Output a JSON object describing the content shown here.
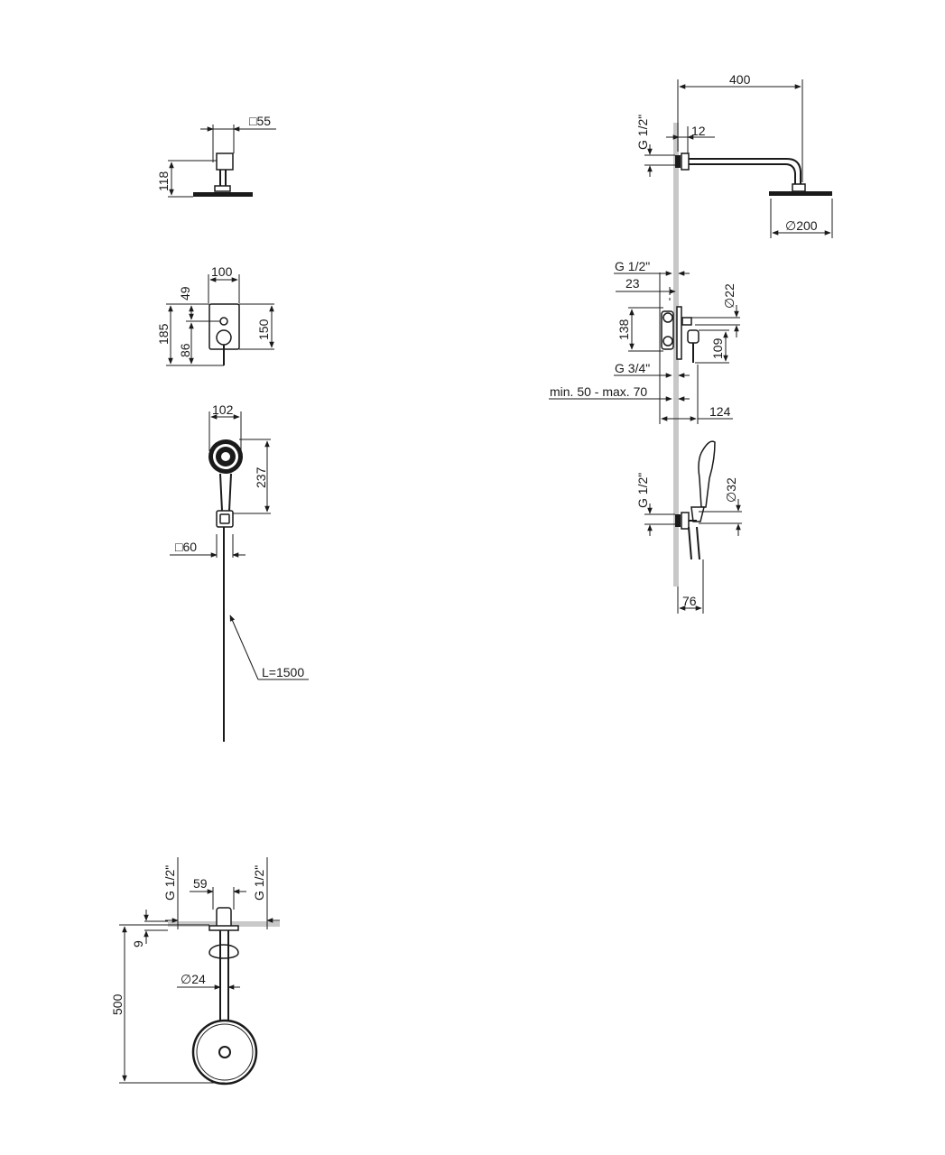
{
  "overhead_shower": {
    "flange_size": "□55",
    "arm_height": "118",
    "arm_projection": "400",
    "inlet_thread": "G 1/2\"",
    "wall_gap": "12",
    "head_diameter": "∅200"
  },
  "mixer": {
    "plate_width": "100",
    "upper_offset": "49",
    "total_height": "185",
    "lower_offset": "86",
    "plate_height": "150",
    "outlet_thread": "G 1/2\"",
    "outlet_offset": "23",
    "body_height": "138",
    "handle_diameter": "∅22",
    "handle_offset": "109",
    "inlet_thread": "G 3/4\"",
    "install_depth": "min. 50 - max. 70",
    "projection": "124"
  },
  "hand_shower": {
    "head_width": "102",
    "holder_height": "237",
    "holder_size": "□60",
    "hose_length": "L=1500",
    "outlet_thread": "G 1/2\"",
    "handle_diameter": "∅32",
    "projection": "76"
  },
  "plan_view": {
    "left_thread": "G 1/2\"",
    "right_thread": "G 1/2\"",
    "connection_spacing": "59",
    "wall_offset": "9",
    "arm_diameter": "∅24",
    "arm_length": "500"
  }
}
